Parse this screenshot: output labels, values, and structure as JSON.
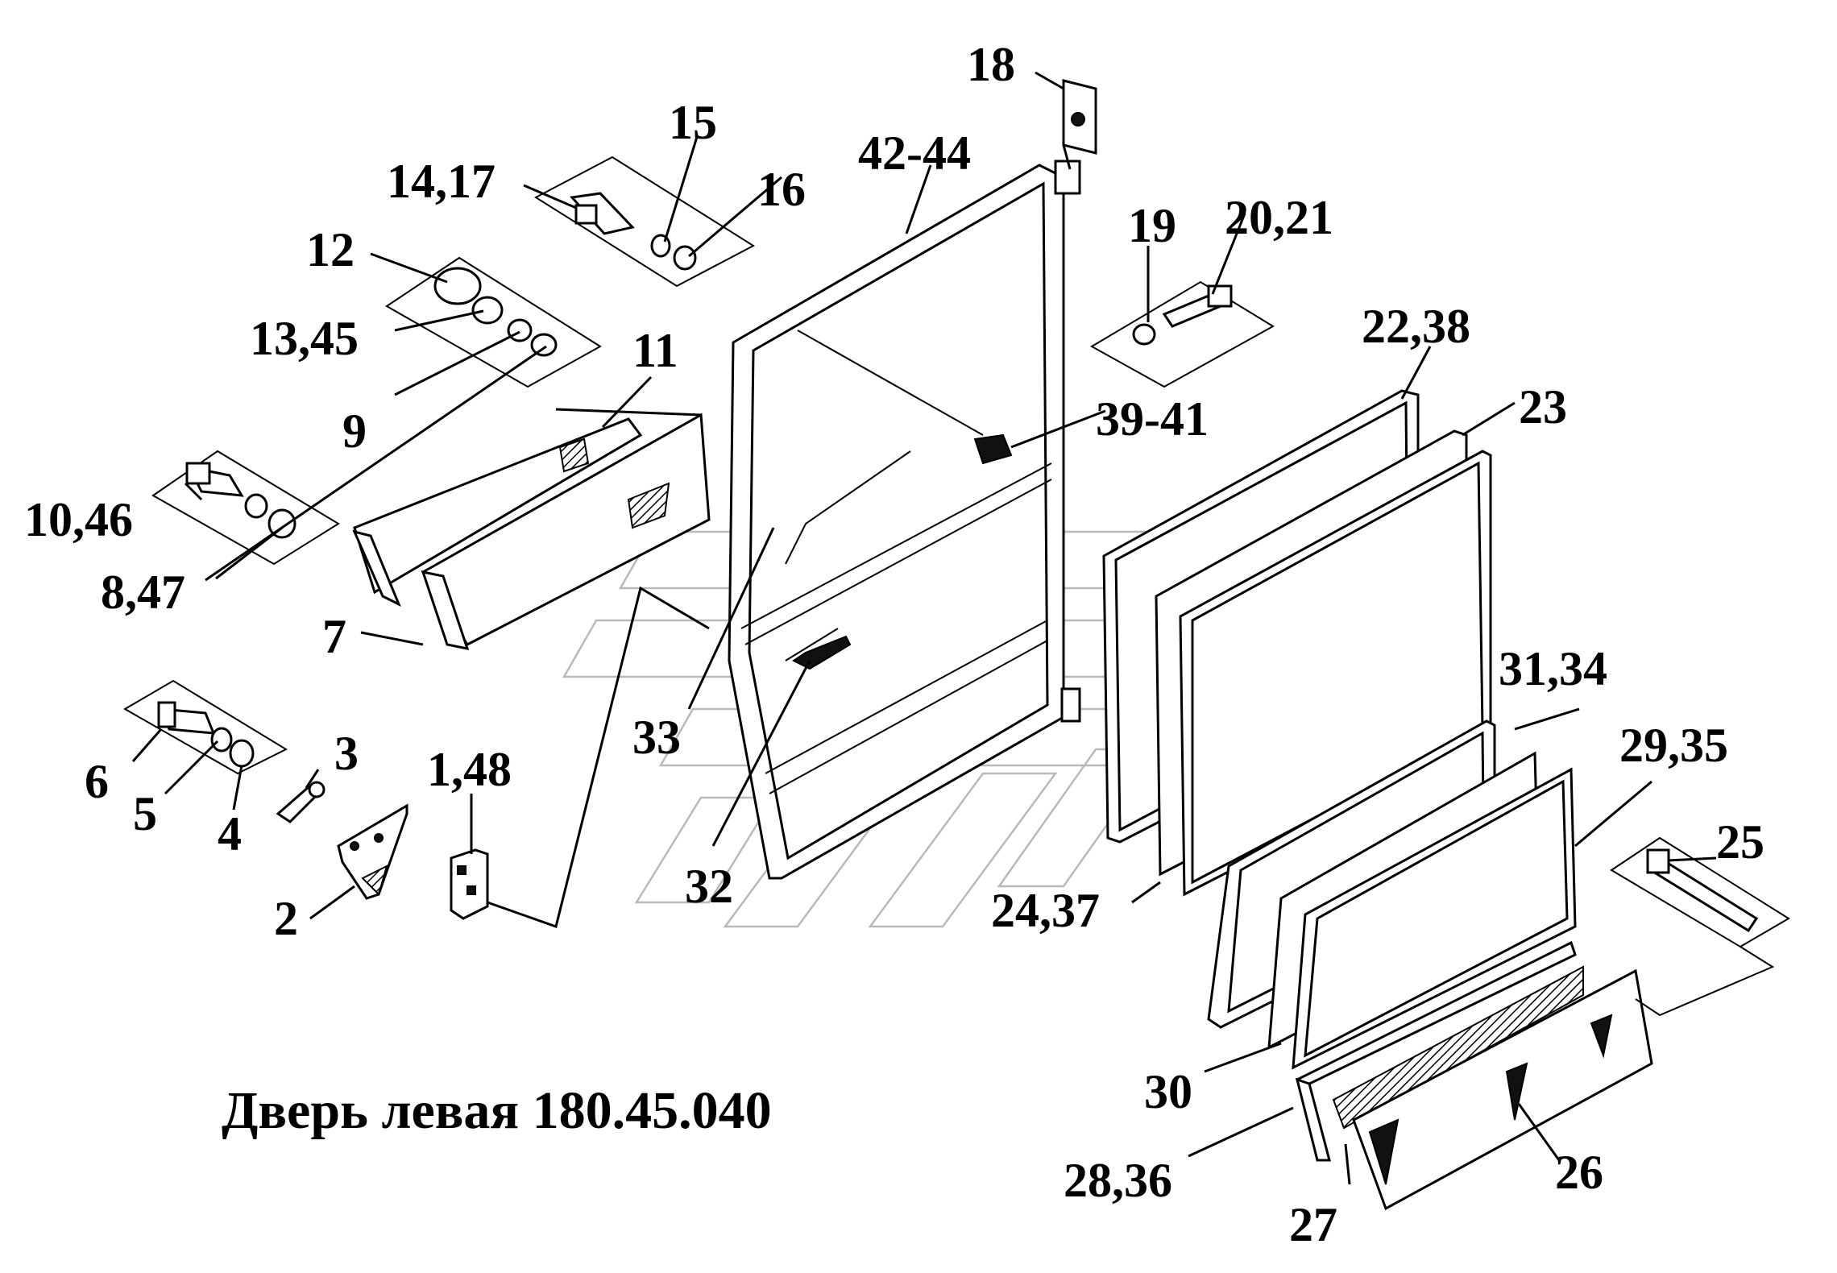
{
  "caption": "Дверь левая 180.45.040",
  "callouts": {
    "c18": "18",
    "c42_44": "42-44",
    "c15": "15",
    "c16": "16",
    "c14_17": "14,17",
    "c12": "12",
    "c13_45": "13,45",
    "c11": "11",
    "c9": "9",
    "c10_46": "10,46",
    "c8_47": "8,47",
    "c7": "7",
    "c19": "19",
    "c20_21": "20,21",
    "c22_38": "22,38",
    "c23": "23",
    "c39_41": "39-41",
    "c33": "33",
    "c32": "32",
    "c31_34": "31,34",
    "c29_35": "29,35",
    "c25": "25",
    "c24_37": "24,37",
    "c30": "30",
    "c28_36": "28,36",
    "c27": "27",
    "c26": "26",
    "c6": "6",
    "c5": "5",
    "c4": "4",
    "c3": "3",
    "c1_48": "1,48",
    "c2": "2"
  },
  "colors": {
    "ink": "#000000",
    "watermark": "#b9b9b9",
    "background": "#ffffff"
  }
}
